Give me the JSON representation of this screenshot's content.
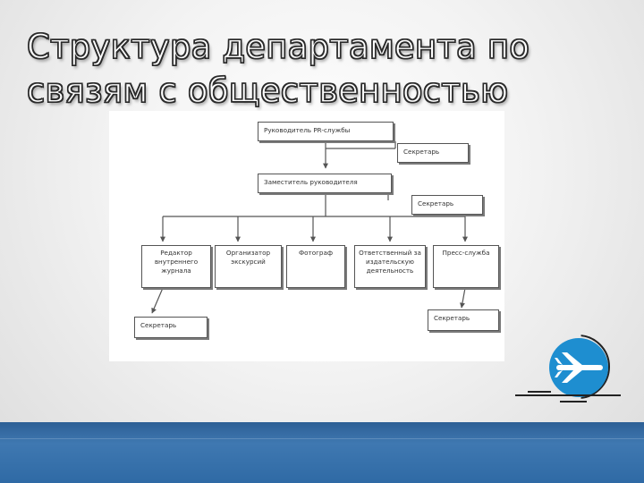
{
  "slide": {
    "title_line1": "Структура департамента по",
    "title_line2": "связям с общественностью"
  },
  "org_chart": {
    "head": "Руководитель PR-службы",
    "head_secretary": "Секретарь",
    "deputy": "Заместитель руководителя",
    "deputy_secretary": "Секретарь",
    "units": [
      "Редактор внутреннего журнала",
      "Организатор экскурсий",
      "Фотограф",
      "Ответственный за издательскую деятельность",
      "Пресс-служба"
    ],
    "editor_secretary": "Секретарь",
    "press_secretary": "Секретарь"
  },
  "decor": {
    "icon": "airplane-icon",
    "accent_color": "#1e8ed0",
    "band_color": "#2f6aa5"
  }
}
